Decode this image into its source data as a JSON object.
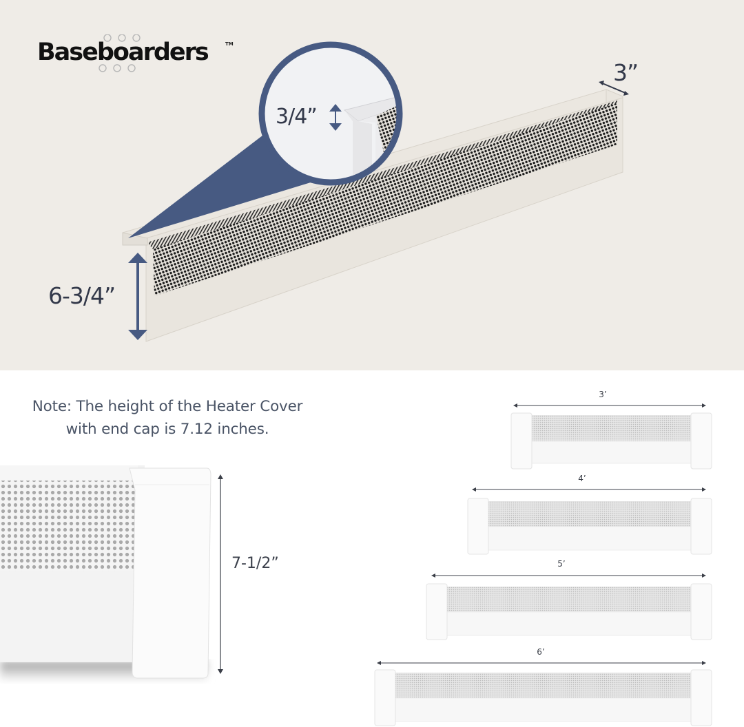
{
  "brand": {
    "name": "Baseboarders",
    "trademark": "TM",
    "logo_dot_color": "#c9815f"
  },
  "top_illustration": {
    "dimensions": {
      "depth": "3”",
      "lip": "3/4”",
      "height": "6-3/4”"
    },
    "accent_color": "#475a82",
    "background_color": "#efece7"
  },
  "note": {
    "line1": "Note: The height of the Heater Cover",
    "line2": "with end cap is 7.12 inches."
  },
  "end_cap_view": {
    "height_label": "7-1/2”"
  },
  "lengths": [
    {
      "label": "3’"
    },
    {
      "label": "4’"
    },
    {
      "label": "5’"
    },
    {
      "label": "6’"
    }
  ]
}
